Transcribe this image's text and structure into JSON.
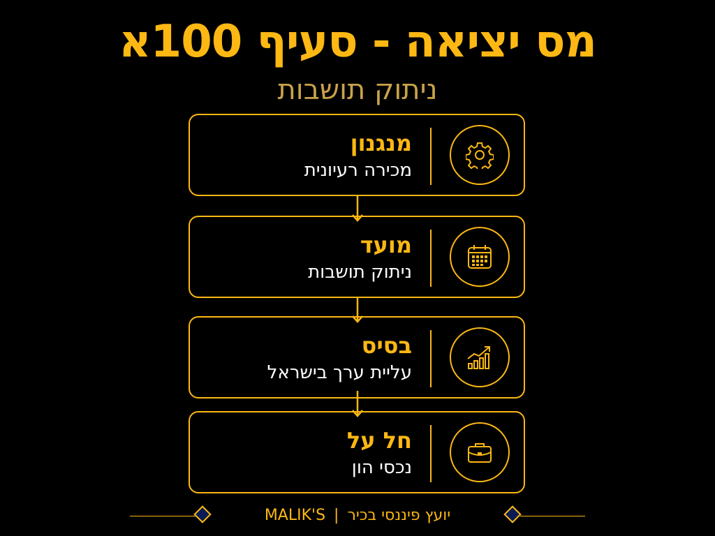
{
  "header": {
    "title": "מס יציאה - סעיף 100א",
    "subtitle": "ניתוק תושבות"
  },
  "cards": [
    {
      "title": "מנגנון",
      "subtitle": "מכירה רעיונית",
      "icon": "gear-icon"
    },
    {
      "title": "מועד",
      "subtitle": "ניתוק תושבות",
      "icon": "calendar-icon"
    },
    {
      "title": "בסיס",
      "subtitle": "עליית ערך בישראל",
      "icon": "growth-chart-icon"
    },
    {
      "title": "חל על",
      "subtitle": "נכסי הון",
      "icon": "briefcase-icon"
    }
  ],
  "footer": {
    "brand": "MALIK'S",
    "separator": "|",
    "tagline": "יועץ פיננסי בכיר"
  },
  "colors": {
    "background": "#000000",
    "accent": "#FDB813",
    "subtitle": "#C9A24A",
    "diamond_fill": "#0B1C54"
  }
}
